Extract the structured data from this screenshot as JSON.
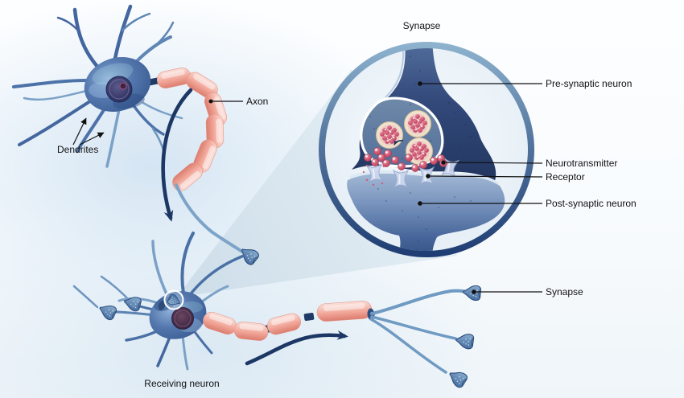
{
  "figure": {
    "subject": "Neuron and synapse diagram",
    "inset_title": "Synapse",
    "labels": {
      "dendrites": "Dendrites",
      "axon": "Axon",
      "pre_synaptic_neuron": "Pre-synaptic neuron",
      "neurotransmitter": "Neurotransmitter",
      "receptor": "Receptor",
      "post_synaptic_neuron": "Post-synaptic neuron",
      "receiving_neuron": "Receiving neuron",
      "synapse_terminal": "Synapse"
    },
    "colors": {
      "myelin_sheath": "#f0a294",
      "neuron_body_blue": "#4a6ca6",
      "dendrite_blue": "#5b82b0",
      "dark_navy": "#1d3765",
      "neurotransmitter_red": "#c94f6c",
      "vesicle_rim_cream": "#f0e0cb",
      "receptor_lavender": "#ccd7ee",
      "synapse_ring_top": "#8fb4cf",
      "synapse_ring_bottom": "#1e3c72",
      "zoom_beam": "#d7e4ec",
      "background_tint": "#e9f1f8",
      "label_text": "#111111"
    }
  }
}
